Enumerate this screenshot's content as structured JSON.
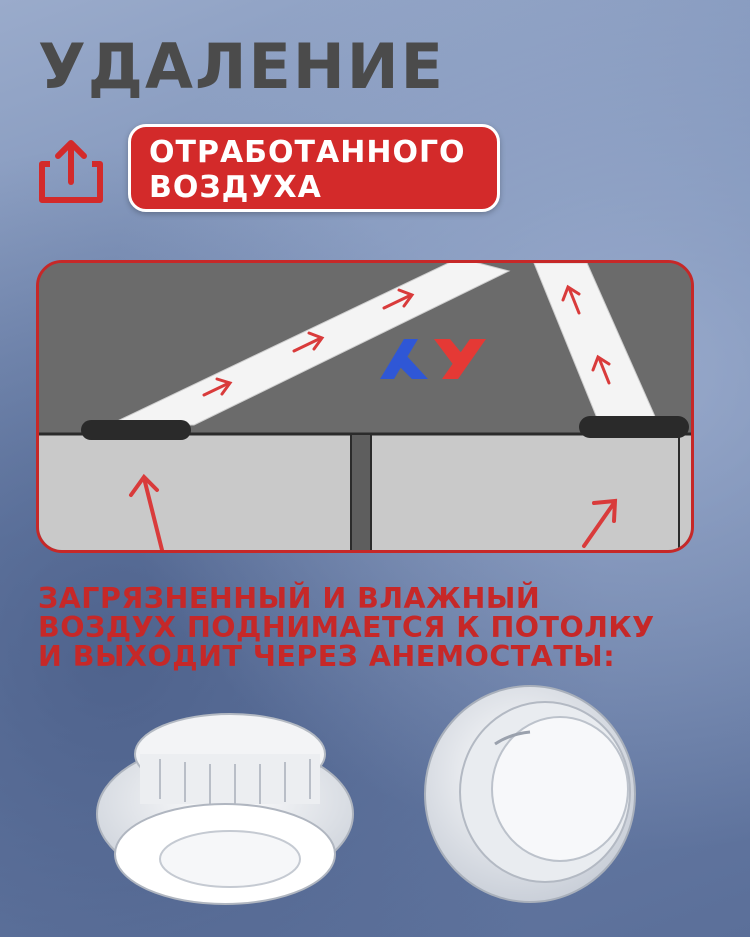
{
  "header": {
    "title": "УДАЛЕНИЕ",
    "subtitle_lines": [
      "ОТРАБОТАННОГО",
      "ВОЗДУХА"
    ],
    "icon": "upload-icon"
  },
  "diagram": {
    "icon_logo": "brand-logo-icon"
  },
  "description": {
    "lines": [
      "ЗАГРЯЗНЕННЫЙ И ВЛАЖНЫЙ",
      "ВОЗДУХ ПОДНИМАЕТСЯ К ПОТОЛКУ",
      "И ВЫХОДИТ ЧЕРЕЗ АНЕМОСТАТЫ:"
    ]
  },
  "colors": {
    "accent_red": "#d32a2a",
    "title_gray": "#4b4b4b",
    "background_blue": "#7b8fb4"
  }
}
